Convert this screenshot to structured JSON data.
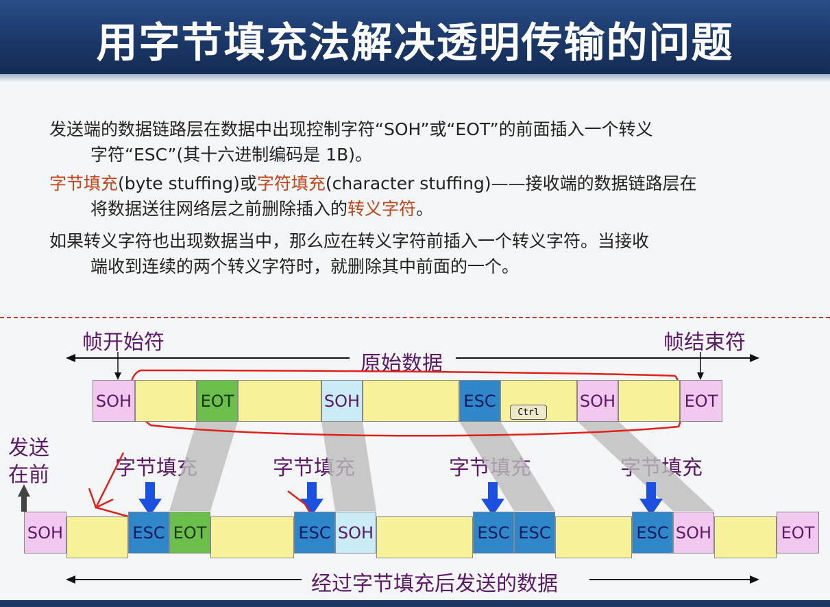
{
  "title": "用字节填充法解决透明传输的问题",
  "paragraphs": [
    {
      "line1": "发送端的数据链路层在数据中出现控制字符“SOH”或“EOT”的前面插入一个转义",
      "line2": "字符“ESC”(其十六进制编码是 1B)。"
    },
    {
      "p1_red": "字节填充",
      "p1_a": "(byte stuffing)或",
      "p1_red2": "字符填充",
      "p1_b": "(character stuffing)——接收端的数据链路层在",
      "line2_a": "将数据送往网络层之前删除插入的",
      "line2_red": "转义字符",
      "line2_b": "。"
    },
    {
      "line1": "如果转义字符也出现数据当中，那么应在转义字符前插入一个转义字符。当接收",
      "line2": "端收到连续的两个转义字符时，就删除其中前面的一个。"
    }
  ],
  "labels": {
    "frame_start": "帧开始符",
    "frame_end": "帧结束符",
    "original_data": "原始数据",
    "send_first_1": "发送",
    "send_first_2": "在前",
    "stuffing": "字节填充",
    "stuffed_data": "经过字节填充后发送的数据",
    "ctrl_key": "Ctrl"
  },
  "top_row": [
    "SOH",
    "",
    "EOT",
    "",
    "SOH",
    "",
    "ESC",
    "",
    "SOH",
    "",
    "EOT"
  ],
  "bottom_row": [
    "SOH",
    "",
    "ESC",
    "EOT",
    "",
    "ESC",
    "SOH",
    "",
    "ESC",
    "ESC",
    "",
    "ESC",
    "SOH",
    "",
    "EOT"
  ],
  "colors": {
    "title_bg": "#1a3766",
    "accent_red": "#c0461a",
    "esc": "#2f86c8",
    "soh": "#f2c9ee",
    "eot": "#6bbf4a",
    "data": "#f7f29a",
    "label": "#5a1a66"
  }
}
